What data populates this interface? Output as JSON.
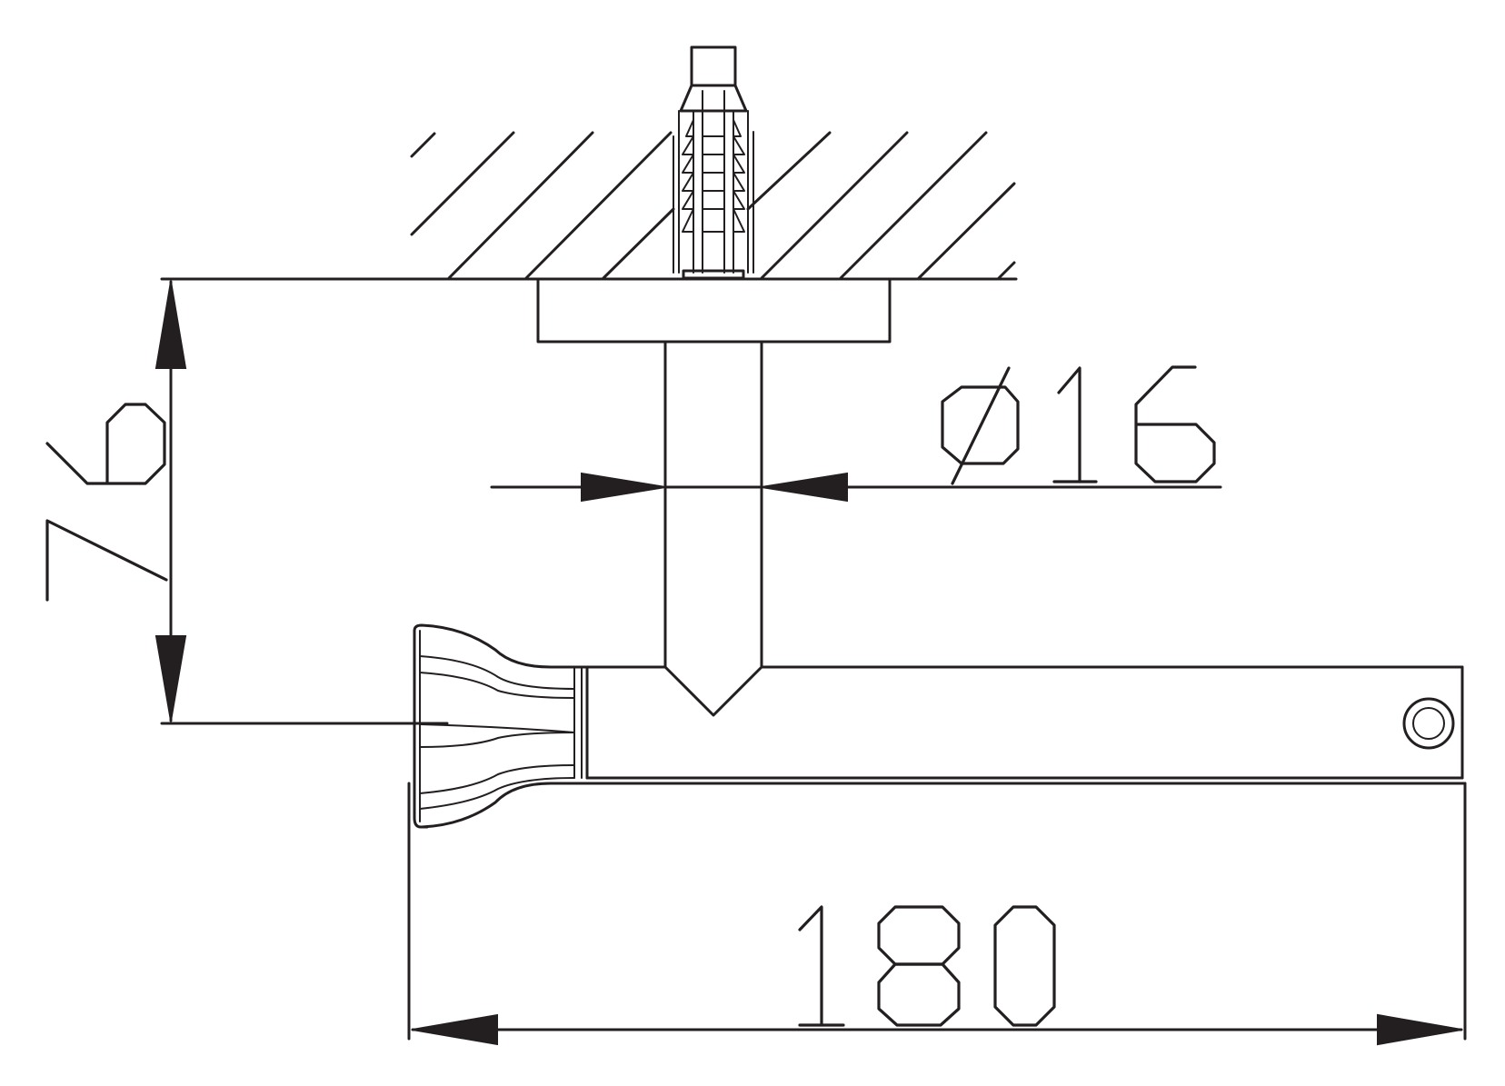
{
  "drawing": {
    "dimensions": {
      "height": {
        "value": "76"
      },
      "diameter": {
        "symbol": "ø",
        "value": "16"
      },
      "length": {
        "value": "180"
      }
    }
  }
}
